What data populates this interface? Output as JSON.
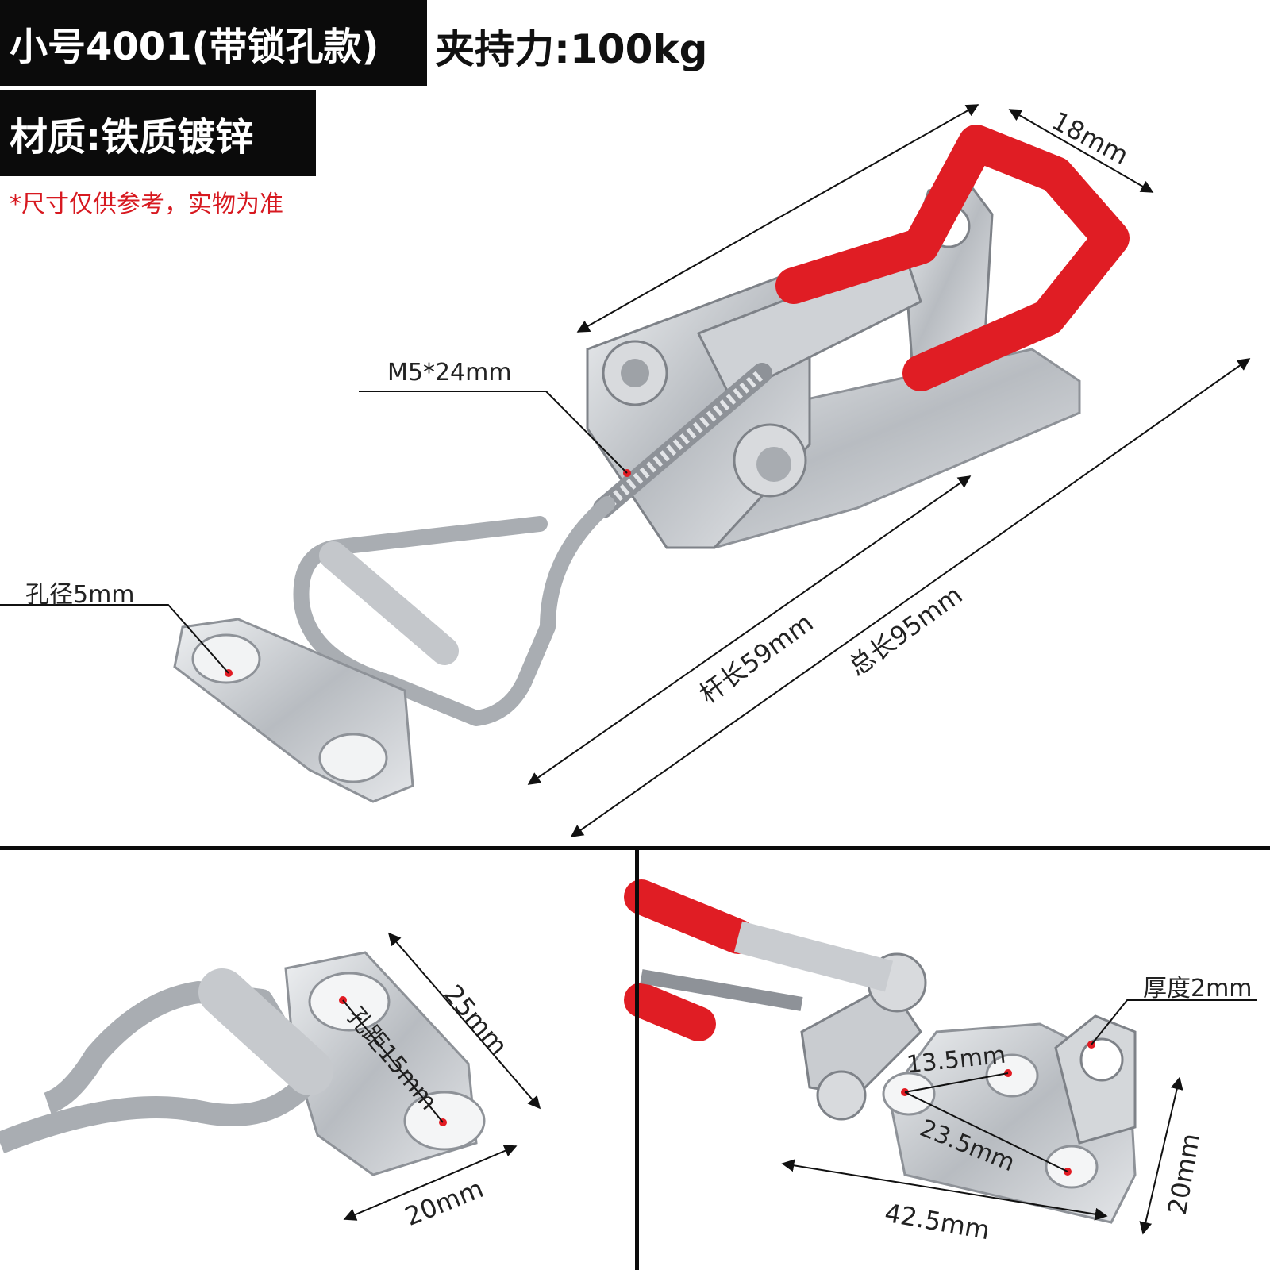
{
  "header": {
    "title": "小号4001(带锁孔款)",
    "clamp_force": "夹持力:100kg",
    "material": "材质:铁质镀锌",
    "disclaimer": "*尺寸仅供参考，实物为准"
  },
  "dimensions": {
    "top_width": "18mm",
    "screw": "M5*24mm",
    "hole_diameter": "孔径5mm",
    "rod_length": "杆长59mm",
    "total_length": "总长95mm",
    "plate_length": "25mm",
    "hole_spacing": "孔距15mm",
    "plate_width_left": "20mm",
    "thickness": "厚度2mm",
    "hole_spacing_short": "13.5mm",
    "hole_spacing_diag": "23.5mm",
    "base_length": "42.5mm",
    "base_width": "20mm"
  },
  "colors": {
    "handle_red": "#e01d24",
    "metal": "#c9ccd0",
    "marker_red": "#e21b23"
  }
}
